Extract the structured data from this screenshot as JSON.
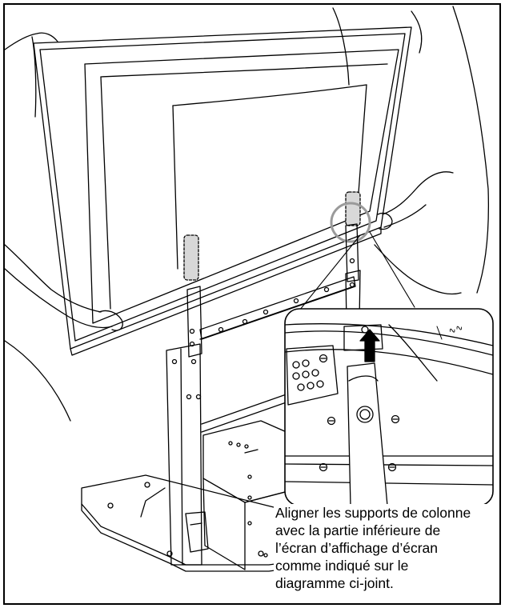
{
  "figure": {
    "caption_lines": [
      "Aligner les supports de colonne",
      "avec la partie inférieure de",
      "l’écran d’affichage d’écran",
      "comme indiqué sur le",
      "diagramme ci-joint."
    ],
    "callout_note": "∿∿",
    "colors": {
      "line": "#000000",
      "fill_gray": "#d8d8d8",
      "highlight_ring": "#9a9a9a"
    }
  }
}
